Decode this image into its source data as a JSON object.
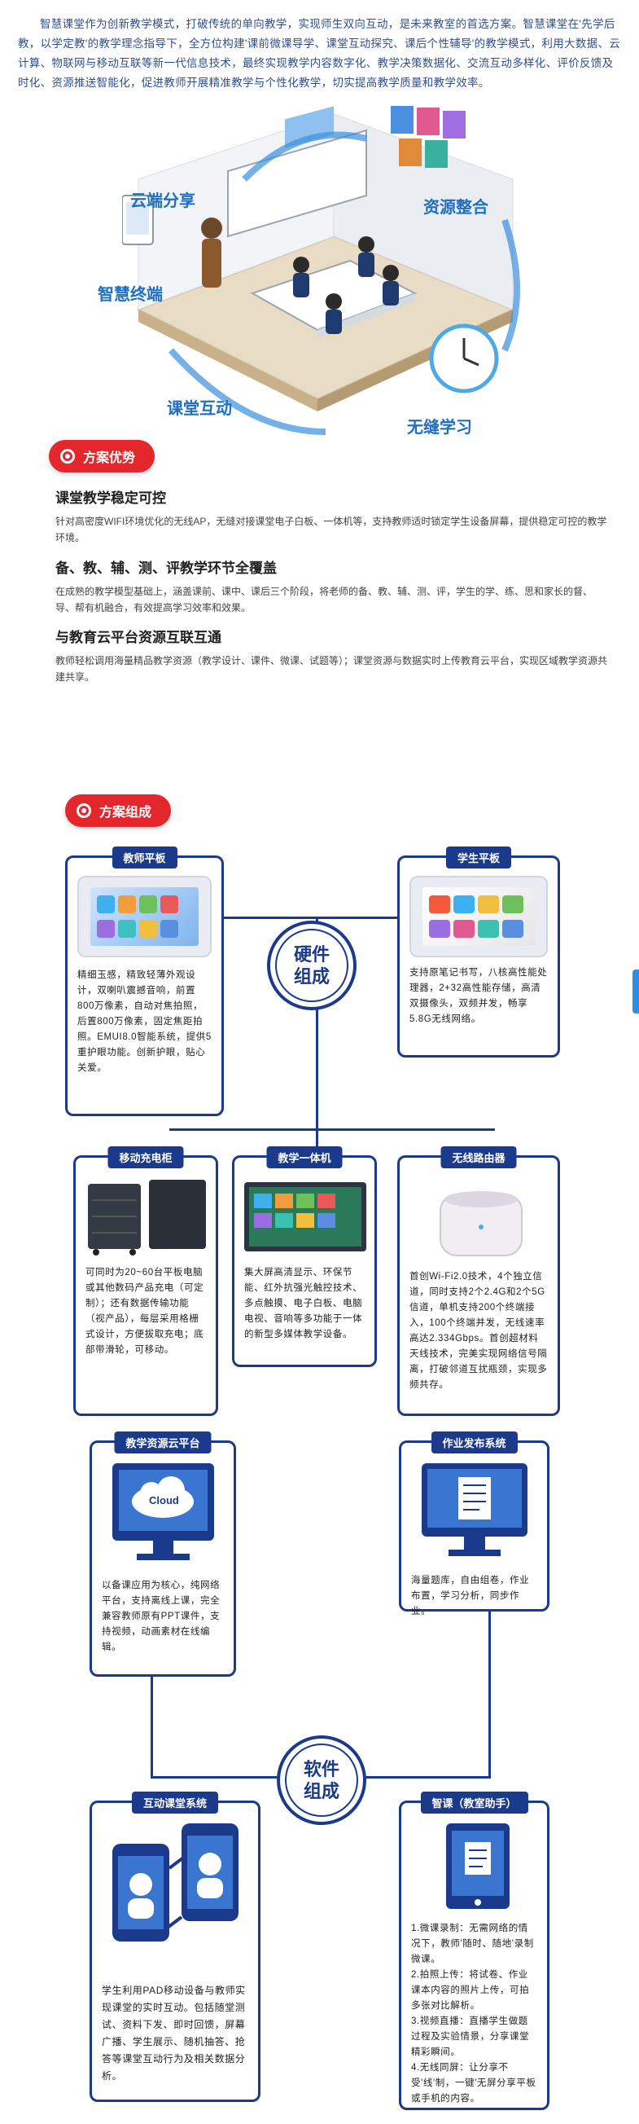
{
  "intro": "智慧课堂作为创新教学模式，打破传统的单向教学，实现师生双向互动，是未来教室的首选方案。智慧课堂在'先学后教，以学定教'的教学理念指导下，全方位构建'课前微课导学、课堂互动探究、课后个性辅导'的教学模式，利用大数据、云计算、物联网与移动互联等新一代信息技术，最终实现教学内容数字化、教学决策数据化、交流互动多样化、评价反馈及时化、资源推送智能化，促进教师开展精准教学与个性化教学，切实提高教学质量和教学效率。",
  "hero": {
    "labels": [
      "云端分享",
      "资源整合",
      "智慧终端",
      "课堂互动",
      "无缝学习"
    ]
  },
  "advantages": {
    "tag": "方案优势",
    "items": [
      {
        "title": "课堂教学稳定可控",
        "text": "针对高密度WIFI环境优化的无线AP，无缝对接课堂电子白板、一体机等，支持教师适时锁定学生设备屏幕，提供稳定可控的教学环境。"
      },
      {
        "title": "备、教、辅、测、评教学环节全覆盖",
        "text": "在成熟的教学模型基础上，涵盖课前、课中、课后三个阶段，将老师的备、教、辅、测、评，学生的学、练、思和家长的督、导、帮有机融合，有效提高学习效率和效果。"
      },
      {
        "title": "与教育云平台资源互联互通",
        "text": "教师轻松调用海量精品教学资源（教学设计、课件、微课、试题等）；课堂资源与数据实时上传教育云平台，实现区域教学资源共建共享。"
      }
    ]
  },
  "composition": {
    "tag": "方案组成",
    "hardware_hub": "硬件\n组成",
    "software_hub": "软件\n组成",
    "hardware": [
      {
        "title": "教师平板",
        "desc": "精细玉感，精致轻薄外观设计，双喇叭震撼音响，前置800万像素，自动对焦拍照，后置800万像素，固定焦距拍照。EMUI8.0智能系统，提供5重护眼功能。创新护眼，贴心关爱。"
      },
      {
        "title": "学生平板",
        "desc": "支持原笔记书写，八核高性能处理器，2+32高性能存储，高清双摄像头，双频并发，畅享5.8G无线网络。"
      },
      {
        "title": "移动充电柜",
        "desc": "可同时为20~60台平板电脑或其他数码产品充电（可定制）；还有数据传输功能（视产品），每层采用格栅式设计，方便拔取充电；底部带滑轮，可移动。"
      },
      {
        "title": "教学一体机",
        "desc": "集大屏高清显示、环保节能、红外抗强光触控技术、多点触摸、电子白板、电脑电视、音响等多功能于一体的新型多媒体教学设备。"
      },
      {
        "title": "无线路由器",
        "desc": "首创Wi-Fi2.0技术，4个独立信道，同时支持2个2.4G和2个5G信道，单机支持200个终端接入，100个终端并发，无线速率高达2.334Gbps。首创超材料天线技术，完美实现网络信号隔离，打破邻道互扰瓶颈，实现多频共存。"
      }
    ],
    "software": [
      {
        "title": "教学资源云平台",
        "icon_text": "Cloud",
        "desc": "以备课应用为核心，纯网络平台，支持离线上课，完全兼容教师原有PPT课件，支持视频，动画素材在线编辑。"
      },
      {
        "title": "作业发布系统",
        "desc": "海量题库，自由组卷，作业布置，学习分析，同步作业。"
      },
      {
        "title": "互动课堂系统",
        "desc": "学生利用PAD移动设备与教师实现课堂的实时互动。包括随堂测试、资料下发、即时回馈，屏幕广播、学生展示、随机抽答、抢答等课堂互动行为及相关数据分析。"
      },
      {
        "title": "智课（教室助手）",
        "desc": "1.微课录制：无需网络的情况下，教师'随时、随地'录制微课。\n2.拍照上传：将试卷、作业课本内容的照片上传，可拍多张对比解析。\n3.视频直播：直播学生做题过程及实验情景，分享课堂精彩瞬间。\n4.无线同屏：让分享不受'线'制，一键'无屏分享平板或手机的内容。"
      }
    ]
  },
  "colors": {
    "brand": "#1b3a8c",
    "accent": "#e3272d",
    "label_blue": "#1f6fc0"
  }
}
